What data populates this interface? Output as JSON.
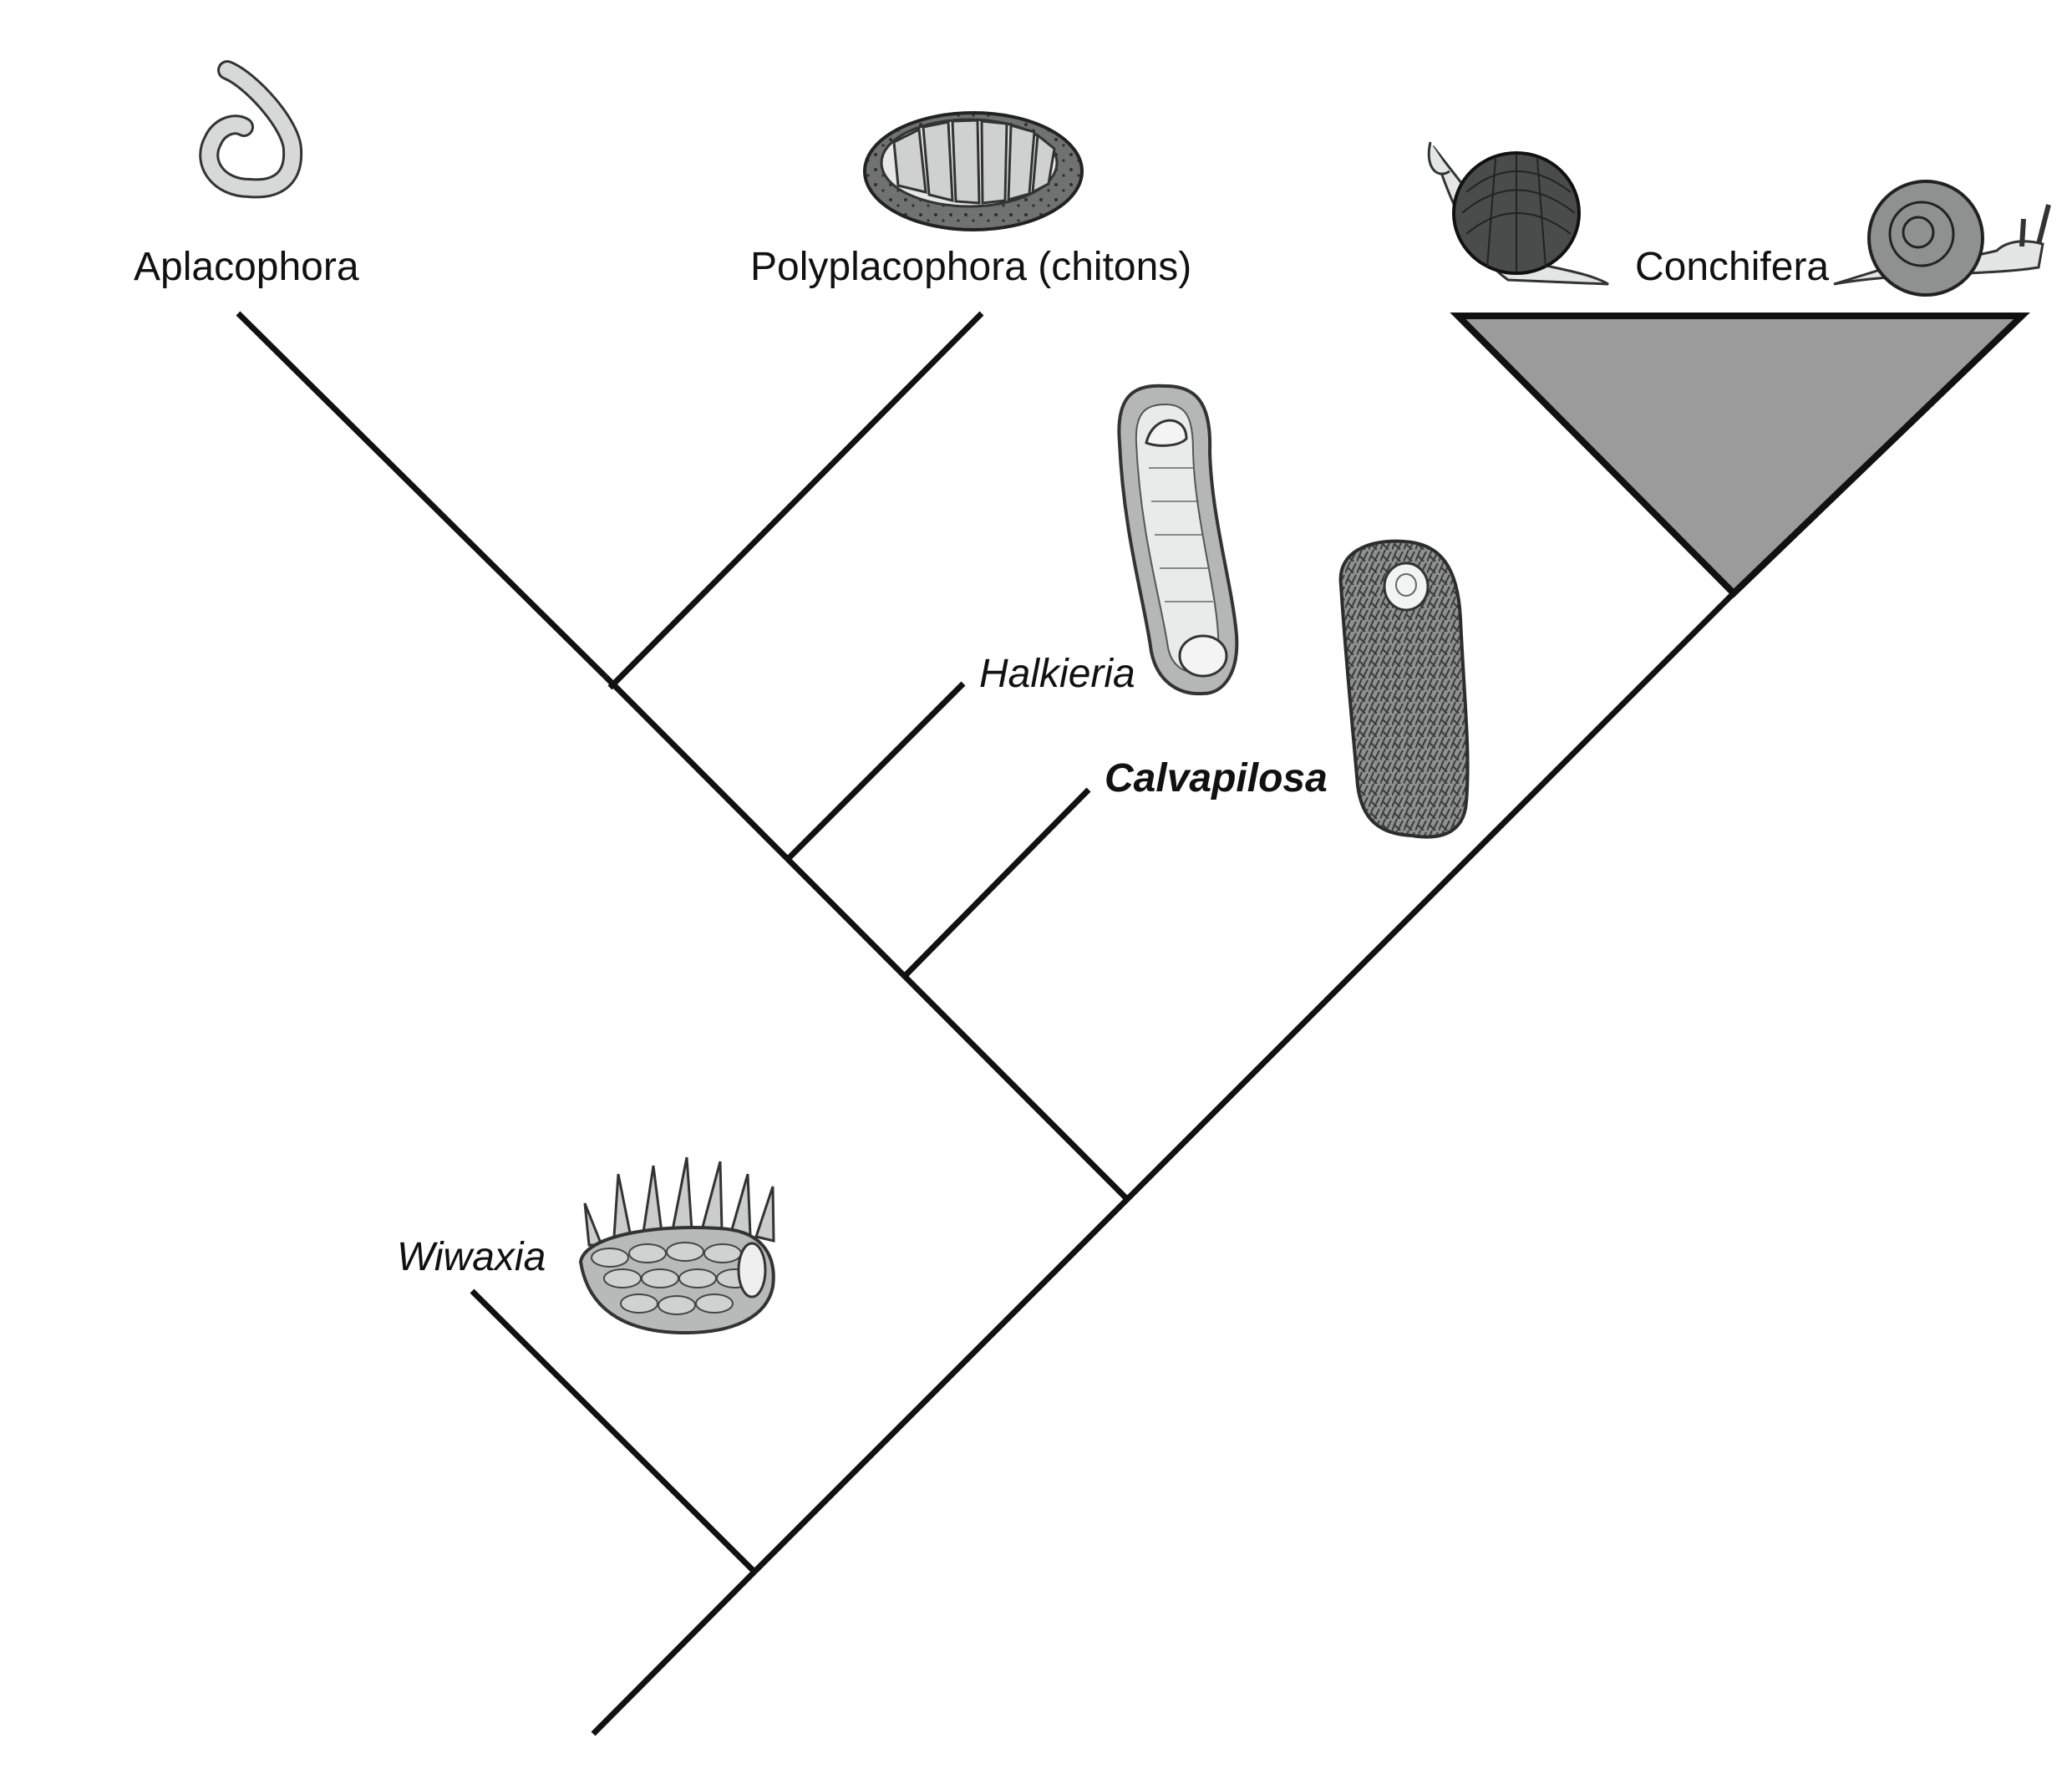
{
  "taxa": {
    "aplacophora": "Aplacophora",
    "polyplacophora": "Polyplacophora (chitons)",
    "conchifera": "Conchifera",
    "halkieria": "Halkieria",
    "calvapilosa": "Calvapilosa",
    "wiwaxia": "Wiwaxia"
  },
  "colors": {
    "line": "#111111",
    "clade_fill": "#9b9b9b",
    "illustration_light": "#d7d9d8",
    "illustration_mid": "#a3a6a5",
    "illustration_dark": "#5e605f"
  },
  "illustrations": [
    "aplacophoran-worm-icon",
    "chiton-icon",
    "bivalve-icon",
    "snail-icon",
    "halkieria-icon",
    "calvapilosa-icon",
    "wiwaxia-icon"
  ]
}
